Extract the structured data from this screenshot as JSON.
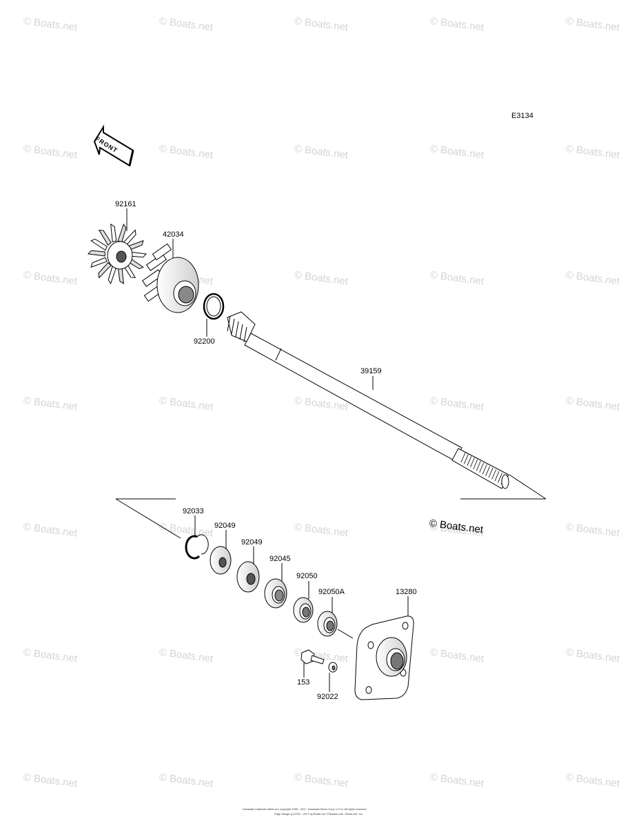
{
  "diagram_code": "E3134",
  "front_label": "FRONT",
  "copyright_mark": "© Boats.net",
  "watermark_text": "© Boats.net",
  "footer": {
    "line1": "Kawasaki materials within are copyright 1995 - 2017, Kawasaki Motor Corp, U.S.A. All rights reserved.",
    "line2": "Page design (c) 2002 - 2017 by Boats.net / Partzilla.com / Boats.net, Inc."
  },
  "parts": [
    {
      "id": "p-92161",
      "number": "92161"
    },
    {
      "id": "p-42034",
      "number": "42034"
    },
    {
      "id": "p-92200",
      "number": "92200"
    },
    {
      "id": "p-39159",
      "number": "39159"
    },
    {
      "id": "p-92033",
      "number": "92033"
    },
    {
      "id": "p-92049a",
      "number": "92049"
    },
    {
      "id": "p-92049b",
      "number": "92049"
    },
    {
      "id": "p-92045",
      "number": "92045"
    },
    {
      "id": "p-92050",
      "number": "92050"
    },
    {
      "id": "p-92050a",
      "number": "92050A"
    },
    {
      "id": "p-13280",
      "number": "13280"
    },
    {
      "id": "p-153",
      "number": "153"
    },
    {
      "id": "p-92022",
      "number": "92022"
    }
  ],
  "colors": {
    "line": "#000000",
    "watermark": "#d4d4d4",
    "background": "#ffffff"
  }
}
